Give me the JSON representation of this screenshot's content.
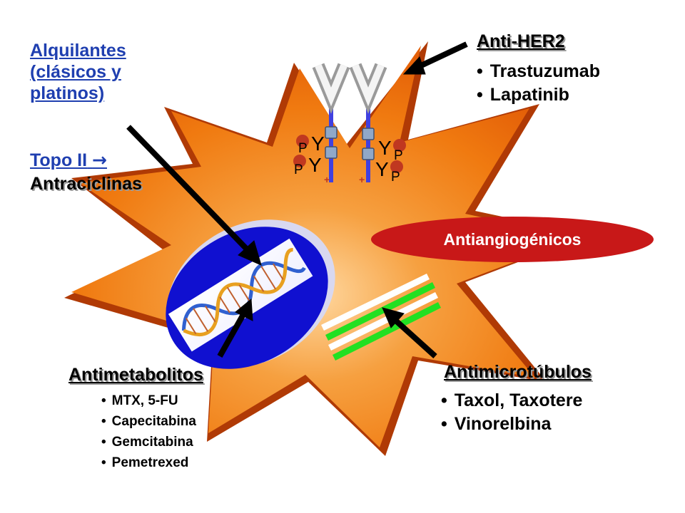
{
  "alquilantes": {
    "line1": "Alquilantes",
    "line2": "(clásicos y",
    "line3": "platinos)"
  },
  "topo": {
    "label": "Topo II",
    "arrow": "",
    "drug": "Antraciclinas"
  },
  "anti_her2": {
    "heading": "Anti-HER2",
    "items": [
      "Trastuzumab",
      "Lapatinib"
    ]
  },
  "antiangiogenicos": {
    "label": "Antiangiogénicos"
  },
  "antimetabolitos": {
    "heading": "Antimetabolitos",
    "items": [
      "MTX, 5-FU",
      "Capecitabina",
      "Gemcitabina",
      "Pemetrexed"
    ]
  },
  "antimicrotubulos": {
    "heading": "Antimicrotúbulos",
    "items": [
      "Taxol, Taxotere",
      "Vinorelbina"
    ]
  },
  "receptor": {
    "phospho_letter": "P",
    "tyrosine_letter": "Y",
    "plus_sign": "+"
  },
  "colors": {
    "cell_orange": "#f07a10",
    "cell_shadow": "#b03a05",
    "nucleus_blue": "#1010d0",
    "ellipse_red": "#c81818",
    "microtubule_green": "#22e022",
    "label_blue": "#1f3fb0"
  }
}
